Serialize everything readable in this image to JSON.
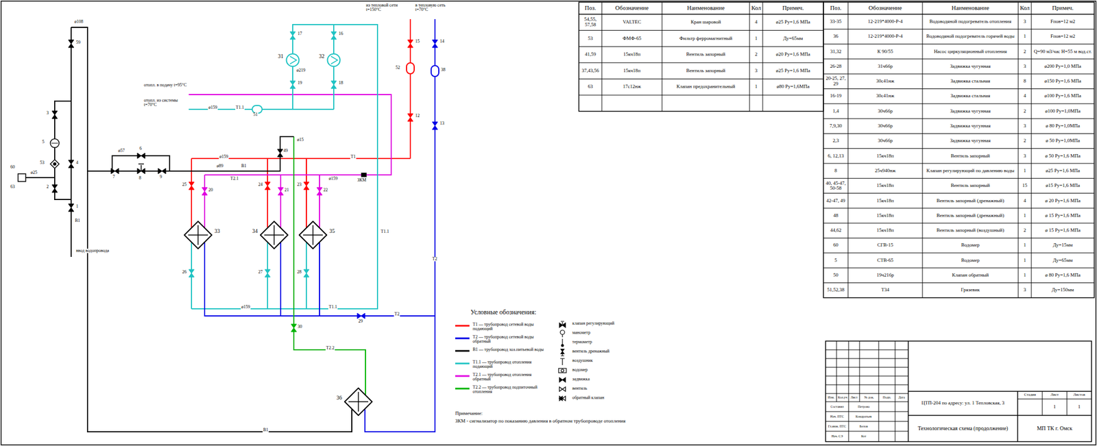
{
  "diagram": {
    "nodes": [
      {
        "text": [
          "33"
        ]
      },
      {
        "text": [
          "34"
        ]
      },
      {
        "text": [
          "35"
        ]
      },
      {
        "text": [
          "36"
        ]
      },
      {
        "text": [
          "31"
        ]
      },
      {
        "text": [
          "32"
        ]
      }
    ],
    "labels": [
      "из тепловой сети t=150°C",
      "в тепловую сеть t=70°C",
      "отопл. в подачу t=95°C",
      "отопл. из системы t=70°C",
      "ввод водопровода",
      "В1",
      "В1",
      "В1",
      "Т1",
      "Т2",
      "Т1.1",
      "Т2.1",
      "Т1.1",
      "Т2.2",
      "Т1.1",
      "Т2",
      "59",
      "4",
      "1",
      "3",
      "5",
      "53",
      "2",
      "60",
      "63",
      "7",
      "8",
      "9",
      "6",
      "25",
      "24",
      "23",
      "20",
      "21",
      "22",
      "17",
      "16",
      "19",
      "18",
      "51",
      "52",
      "38",
      "15",
      "14",
      "12",
      "13",
      "26",
      "27",
      "28",
      "29",
      "30",
      "49",
      "ø108",
      "ø89",
      "ø57",
      "ø25",
      "ø159",
      "ø159",
      "ø159",
      "ø159",
      "ø219",
      "ø15",
      "ЗКМ",
      "Поз.",
      "Обозначение",
      "Наименование",
      "Кол",
      "Примеч.",
      "54,55, 57,58",
      "VALTEC",
      "Кран шаровой",
      "4",
      "ø25 Ру=1,6 МПа",
      "53",
      "ФМФ-65",
      "Фильтр ферромагнитный",
      "1",
      "Ду=65мм",
      "41,59",
      "15кч18п",
      "Вентиль запорный",
      "2",
      "ø20 Ру=1,6 МПа",
      "37,43,56",
      "15кч18п",
      "Вентиль запорный",
      "3",
      "ø25 Ру=1,6 МПа",
      "63",
      "17с12нж",
      "Клапан предохранительный",
      "1",
      "ø80 Ру=1,6МПа",
      "Поз.",
      "Обозначение",
      "Наименование",
      "Кол",
      "Примеч.",
      "33-35",
      "12-219*4000-Р-4",
      "Водоводяной подогреватель отопления",
      "3",
      "Fпов=12 м2",
      "36",
      "12-219*4000-Р-4",
      "Водоводяной подогреватель горячей воды",
      "1",
      "Fпов=12 м2",
      "31,32",
      "К 90/55",
      "Насос циркуляционный отопления",
      "2",
      "Q=90 м3/час H=55 м вод.ст.",
      "26-28",
      "31ч6бр",
      "Задвижка чугунная",
      "3",
      "ø200 Ру=1,0 МПа",
      "20-25, 27, 29",
      "30с41нж",
      "Задвижка стальная",
      "8",
      "ø150 Ру=1,6 МПа",
      "16-19",
      "30с41нж",
      "Задвижка стальная",
      "4",
      "ø100 Ру=1,6 МПа",
      "1,4",
      "30ч6бр",
      "Задвижка чугунная",
      "2",
      "ø100 Ру=1,0МПа",
      "7,9,30",
      "30ч6бр",
      "Задвижка чугунная",
      "3",
      "ø 80 Ру=1,0МПа",
      "2,3",
      "30ч6бр",
      "Задвижка чугунная",
      "2",
      "ø 50 Ру=1,0МПа",
      "6, 12,13",
      "15кч18п",
      "Вентиль запорный",
      "3",
      "ø 50 Ру=1,6 МПа",
      "8",
      "25ч940нж",
      "Клапан регулирующий по давлению воды",
      "1",
      "ø25 Ру=1,6 МПа",
      "40, 45-47, 50-58",
      "15кч18п",
      "Вентиль запорный",
      "15",
      "ø15 Ру=1,6 МПа",
      "42-47, 49",
      "15кч18п",
      "Вентиль запорный (дренажный)",
      "4",
      "ø 20 Ру=1,6 МПа",
      "48",
      "15кч18п",
      "Вентиль запорный (дренажный)",
      "1",
      "ø 15 Ру=1,6 МПа",
      "44,62",
      "15кч18п",
      "Вентиль запорный (воздушный)",
      "2",
      "ø 15 Ру=1,6 МПа",
      "60",
      "СГВ-15",
      "Водомер",
      "1",
      "Ду=15мм",
      "5",
      "СТВ-65",
      "Водомер",
      "1",
      "Ду=65мм",
      "50",
      "19ч21бр",
      "Клапан обратный",
      "1",
      "ø 80 Ру=1,6 МПа",
      "51,52,38",
      "Т34",
      "Грязевик",
      "3",
      "Ду=150мм",
      "Изм.",
      "Кол.уч",
      "Лист",
      "№ док.",
      "Подп.",
      "Дата",
      "Составил",
      "Петрова",
      "Нач. ПТС",
      "Кондратьев",
      "Гл.инж. ПТС",
      "Белов",
      "Нач. СЭ",
      "Кот",
      "ЦТП-204 по адресу: ул. 1 Тепловская, 3",
      "Стадия",
      "Лист",
      "Листов",
      "1",
      "1",
      "Технологическая схема (продолжение)",
      "МП ТК г. Омск",
      "Условные обозначения:",
      "Примечание:",
      "ЗКМ - сигнализатор по показанию давления в обратном трубопроводе отопления"
    ],
    "legend": [
      {
        "text": "Т1 — трубопровод сетевой воды подающий",
        "color": "#ff0000"
      },
      {
        "text": "Т2 — трубопровод сетевой воды обратный",
        "color": "#0000e6"
      },
      {
        "text": "В1 — трубопровод хоз.питьевой воды",
        "color": "#000000"
      },
      {
        "text": "Т1.1 — трубопровод отопления подающий",
        "color": "#1fc3c3"
      },
      {
        "text": "Т2.1 — трубопровод отопления обратный",
        "color": "#e000e0"
      },
      {
        "text": "Т2.2 — трубопровод подпиточный отопления",
        "color": "#00b400"
      },
      {
        "text": "клапан регулирующий"
      },
      {
        "text": "манометр"
      },
      {
        "text": "термометр"
      },
      {
        "text": "вентиль дренажный"
      },
      {
        "text": "воздушник"
      },
      {
        "text": "водомер"
      },
      {
        "text": "задвижка"
      },
      {
        "text": "вентиль"
      },
      {
        "text": "обратный клапан"
      }
    ]
  }
}
